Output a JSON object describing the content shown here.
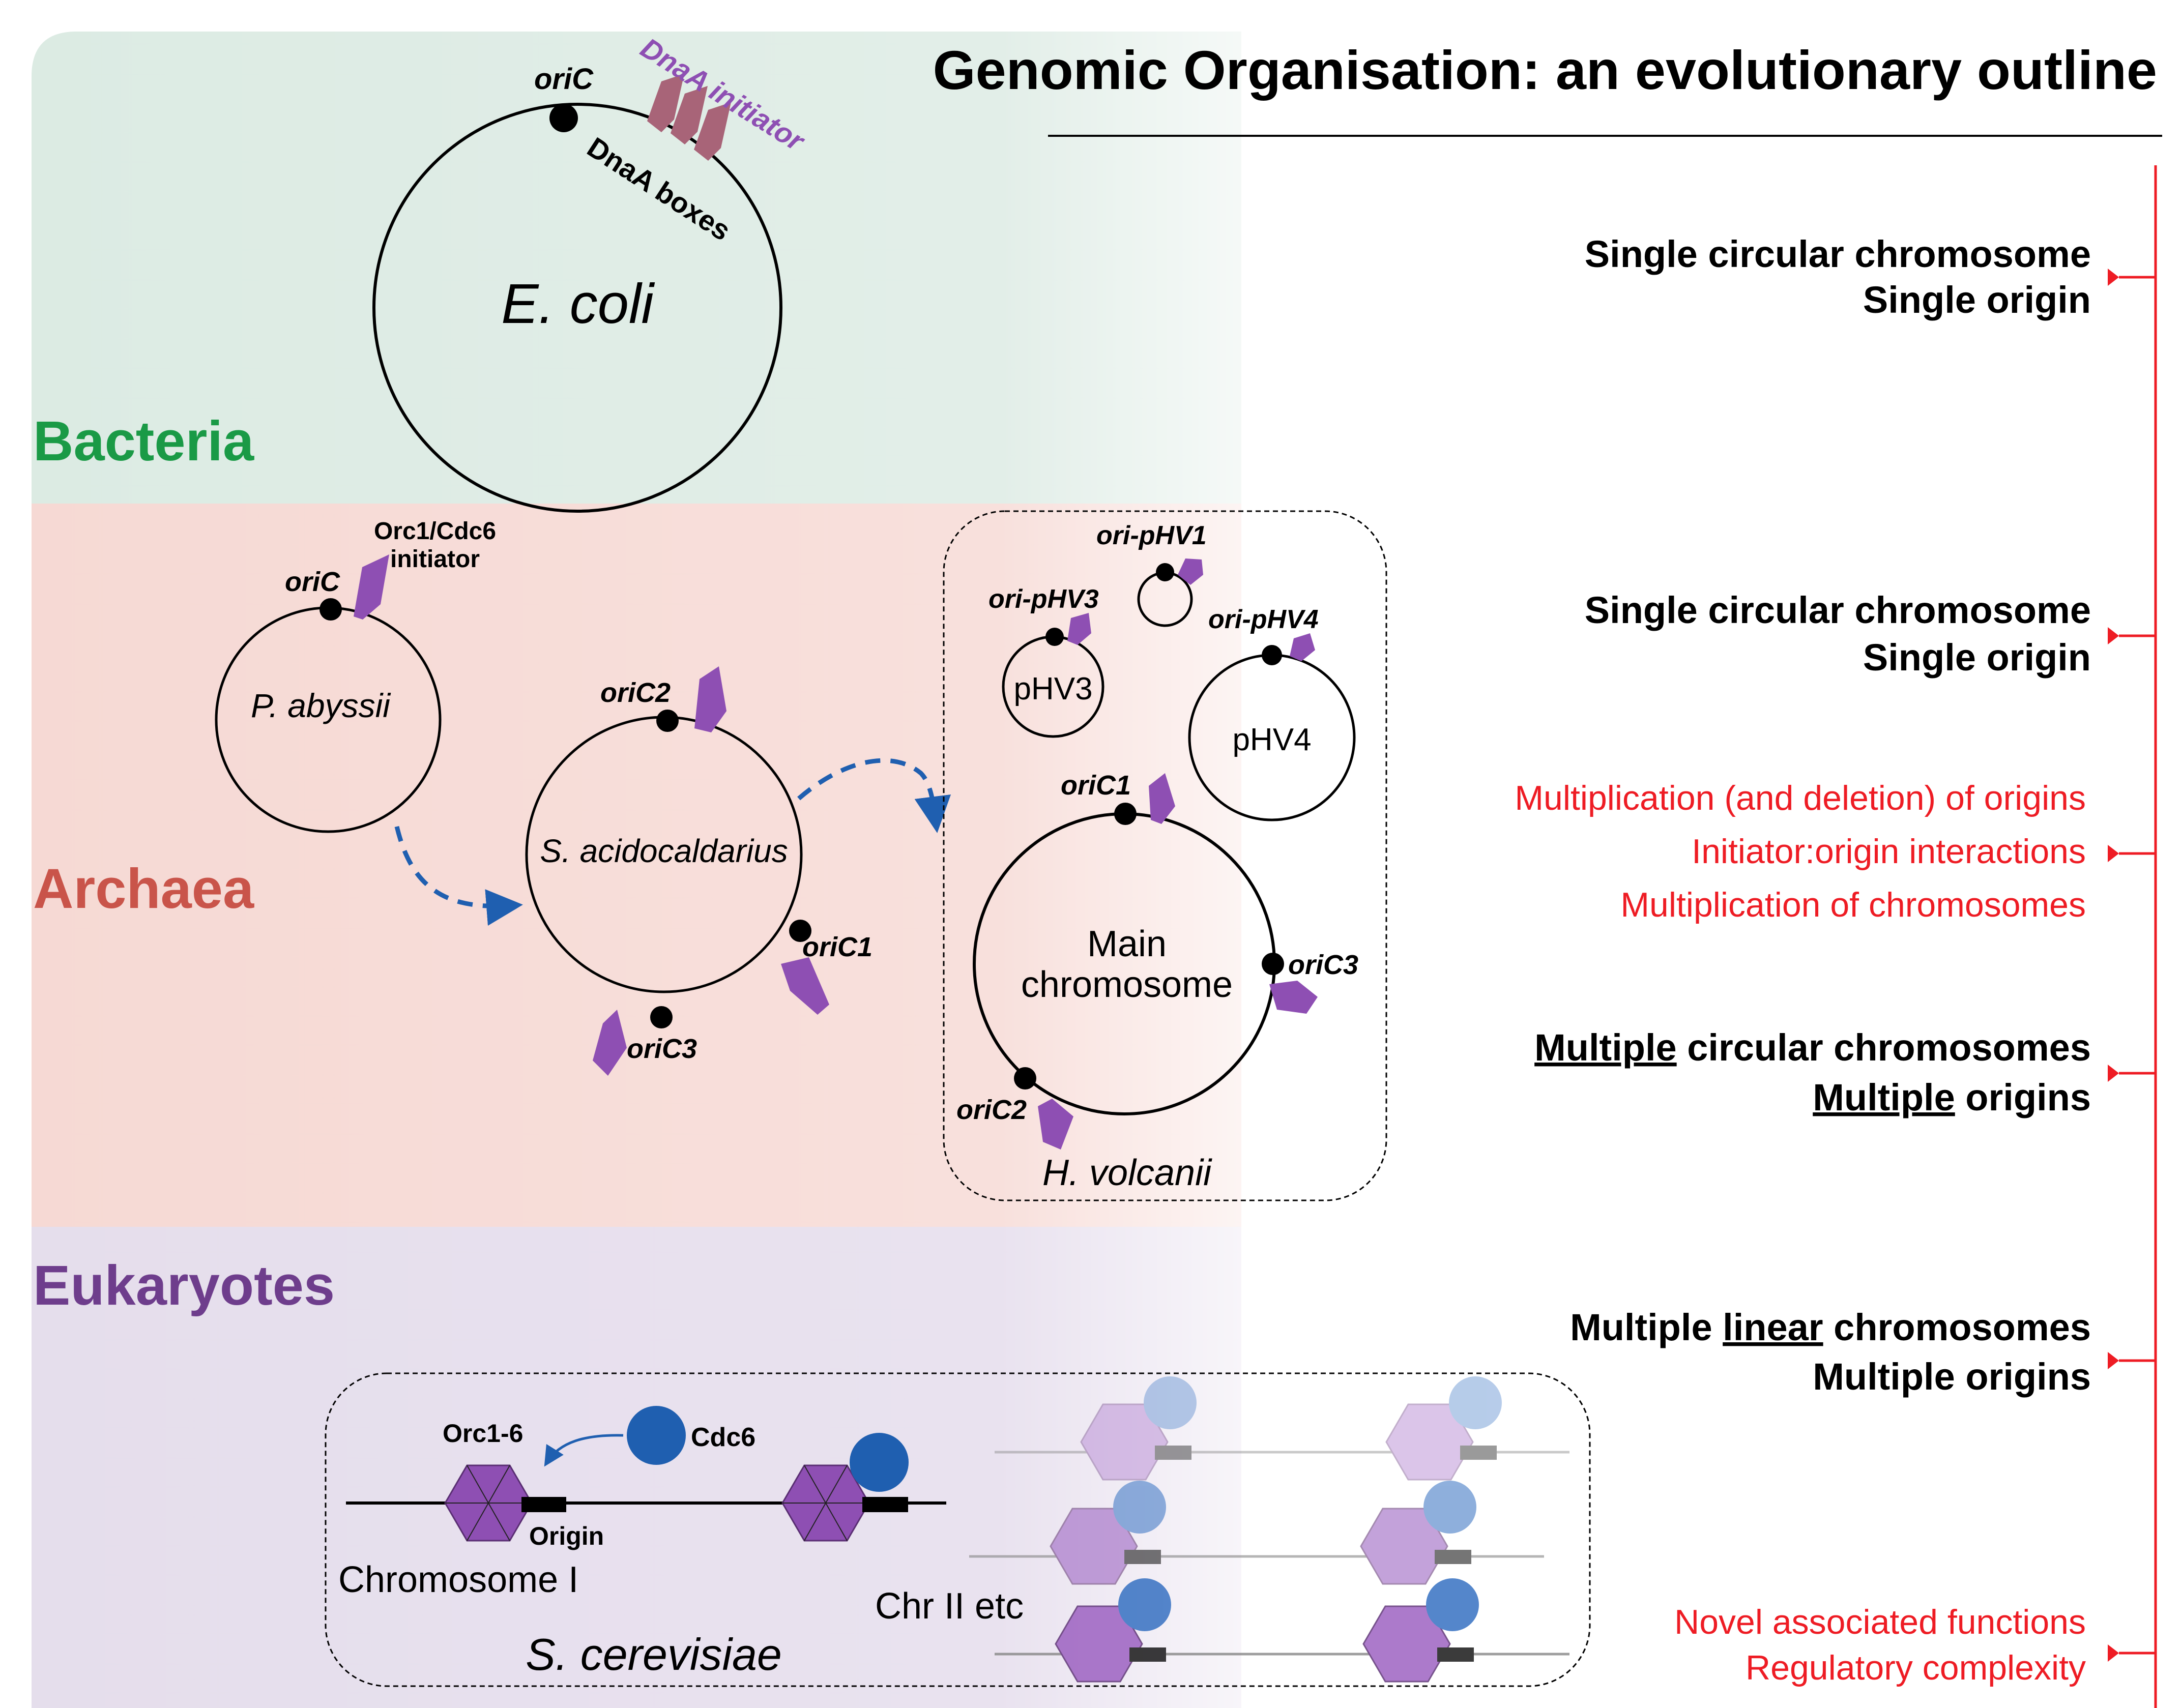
{
  "title": "Genomic Organisation: an evolutionary outline",
  "domains": {
    "bacteria": "Bacteria",
    "archaea": "Archaea",
    "eukaryotes": "Eukaryotes"
  },
  "bacteria": {
    "organism": "E. coli",
    "oric": "oriC",
    "initiator": "DnaA initiator",
    "boxes": "DnaA boxes"
  },
  "archaea": {
    "pabyssii": {
      "name": "P. abyssii",
      "oric": "oriC",
      "initiator_line1": "Orc1/Cdc6",
      "initiator_line2": "initiator"
    },
    "sacido": {
      "name": "S. acidocaldarius",
      "oric1": "oriC1",
      "oric2": "oriC2",
      "oric3": "oriC3"
    },
    "hvolcanii": {
      "name": "H. volcanii",
      "main_line1": "Main",
      "main_line2": "chromosome",
      "oric1": "oriC1",
      "oric2": "oriC2",
      "oric3": "oriC3",
      "phv3": "pHV3",
      "phv4": "pHV4",
      "ori_phv1": "ori-pHV1",
      "ori_phv3": "ori-pHV3",
      "ori_phv4": "ori-pHV4"
    }
  },
  "eukaryotes": {
    "organism": "S. cerevisiae",
    "orc": "Orc1-6",
    "cdc6": "Cdc6",
    "origin": "Origin",
    "chr1": "Chromosome I",
    "chr2": "Chr II etc"
  },
  "outline": {
    "s1_line1": "Single circular chromosome",
    "s1_line2": "Single origin",
    "s2_line1": "Single circular chromosome",
    "s2_line2": "Single origin",
    "r1_line1": "Multiplication (and deletion) of origins",
    "r1_line2": "Initiator:origin interactions",
    "r1_line3": "Multiplication of chromosomes",
    "s3_u1": "Multiple",
    "s3_rest1": " circular chromosomes",
    "s3_u2": "Multiple",
    "s3_rest2": " origins",
    "s4_pre": "Multiple ",
    "s4_u": "linear",
    "s4_rest": " chromosomes",
    "s4_line2": "Multiple origins",
    "r2_line1": "Novel associated functions",
    "r2_line2": "Regulatory complexity"
  },
  "colors": {
    "bacteria": "#1a9a46",
    "archaea": "#c9544a",
    "eukaryotes": "#6e3d8c",
    "accent_red": "#ee1c24",
    "initiator_purple": "#8e4fb3",
    "dnaa_mauve": "#a86478",
    "arrow_blue": "#1f5fb0",
    "cdc6_blue": "#1f5fb0"
  }
}
